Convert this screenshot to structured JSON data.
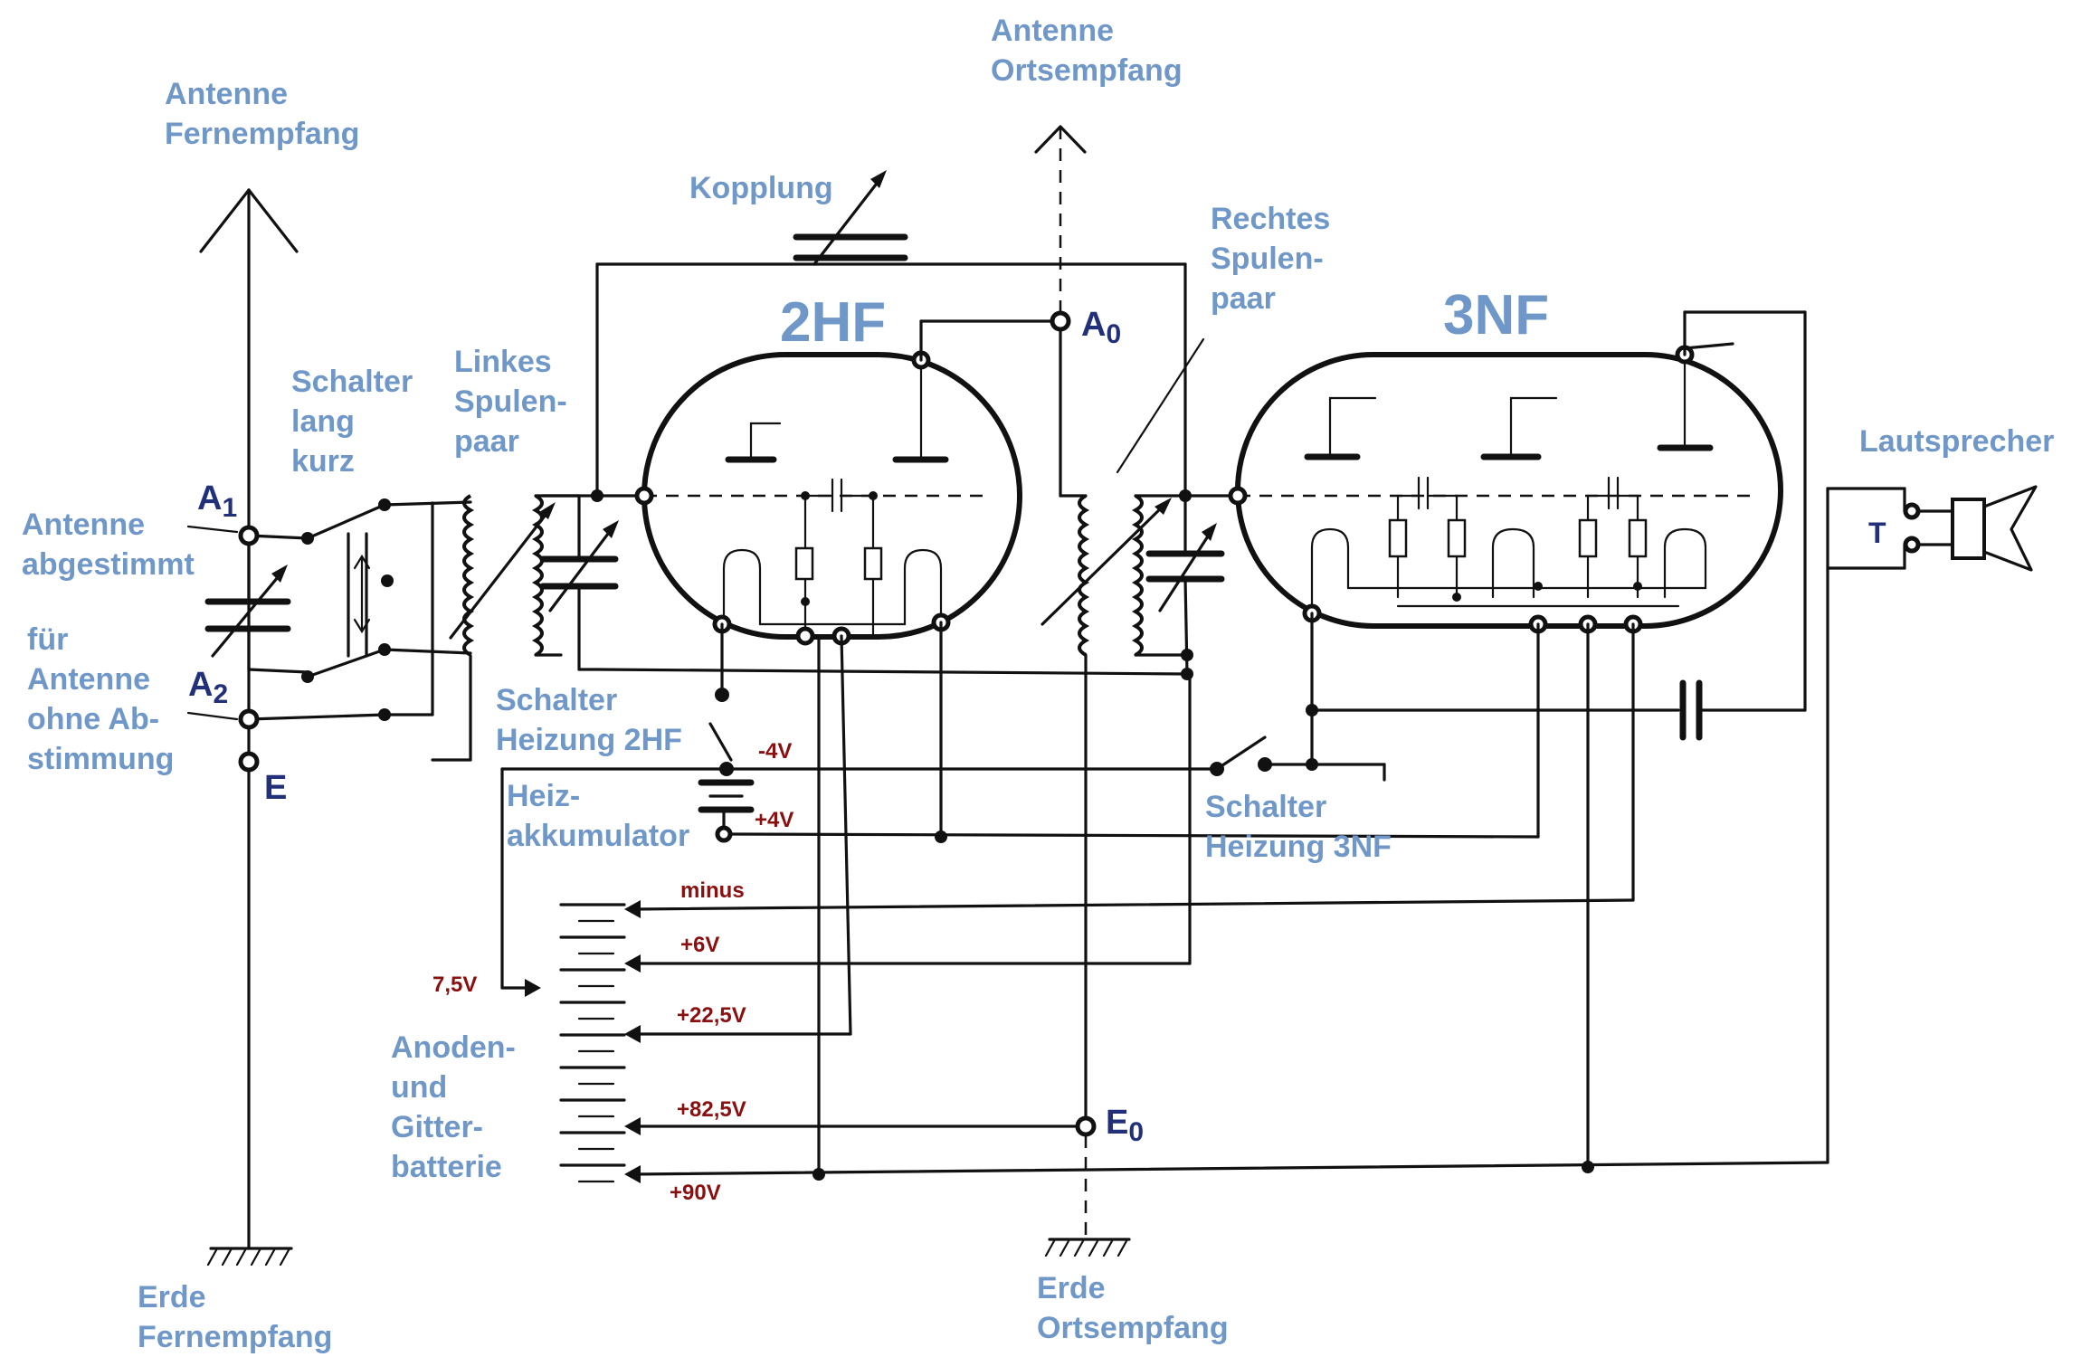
{
  "labels": {
    "antenne_fern": "Antenne\nFernempfang",
    "antenne_orts": "Antenne\nOrtsempfang",
    "kopplung": "Kopplung",
    "rechtes_spulenpaar": "Rechtes\nSpulen-\npaar",
    "linkes_spulenpaar": "Linkes\nSpulen-\npaar",
    "schalter_lang_kurz": "Schalter\nlang\nkurz",
    "antenne_abgestimmt": "Antenne\nabgestimmt",
    "antenne_ohne": "für\nAntenne\nohne Ab-\nstimmung",
    "lautsprecher": "Lautsprecher",
    "schalter_heizung_2hf": "Schalter\nHeizung 2HF",
    "heiz_akkumulator": "Heiz-\nakkumulator",
    "schalter_heizung_3nf": "Schalter\nHeizung 3NF",
    "anodenbatterie": "Anoden-\nund\nGitter-\nbatterie",
    "erde_fern": "Erde\nFernempfang",
    "erde_orts": "Erde\nOrtsempfang",
    "tube_2hf": "2HF",
    "tube_3nf": "3NF"
  },
  "terminals": {
    "a1": {
      "letter": "A",
      "sub": "1"
    },
    "a2": {
      "letter": "A",
      "sub": "2"
    },
    "e": {
      "letter": "E"
    },
    "a0": {
      "letter": "A",
      "sub": "0"
    },
    "e0": {
      "letter": "E",
      "sub": "0"
    },
    "t": {
      "letter": "T"
    }
  },
  "voltages": {
    "minus4": "-4V",
    "plus4": "+4V",
    "minus": "minus",
    "plus6": "+6V",
    "v7_5": "7,5V",
    "plus22_5": "+22,5V",
    "plus82_5": "+82,5V",
    "plus90": "+90V"
  },
  "colors": {
    "label": "#6f97c7",
    "terminal": "#22307a",
    "voltage": "#8a1010",
    "wire": "#111111"
  }
}
